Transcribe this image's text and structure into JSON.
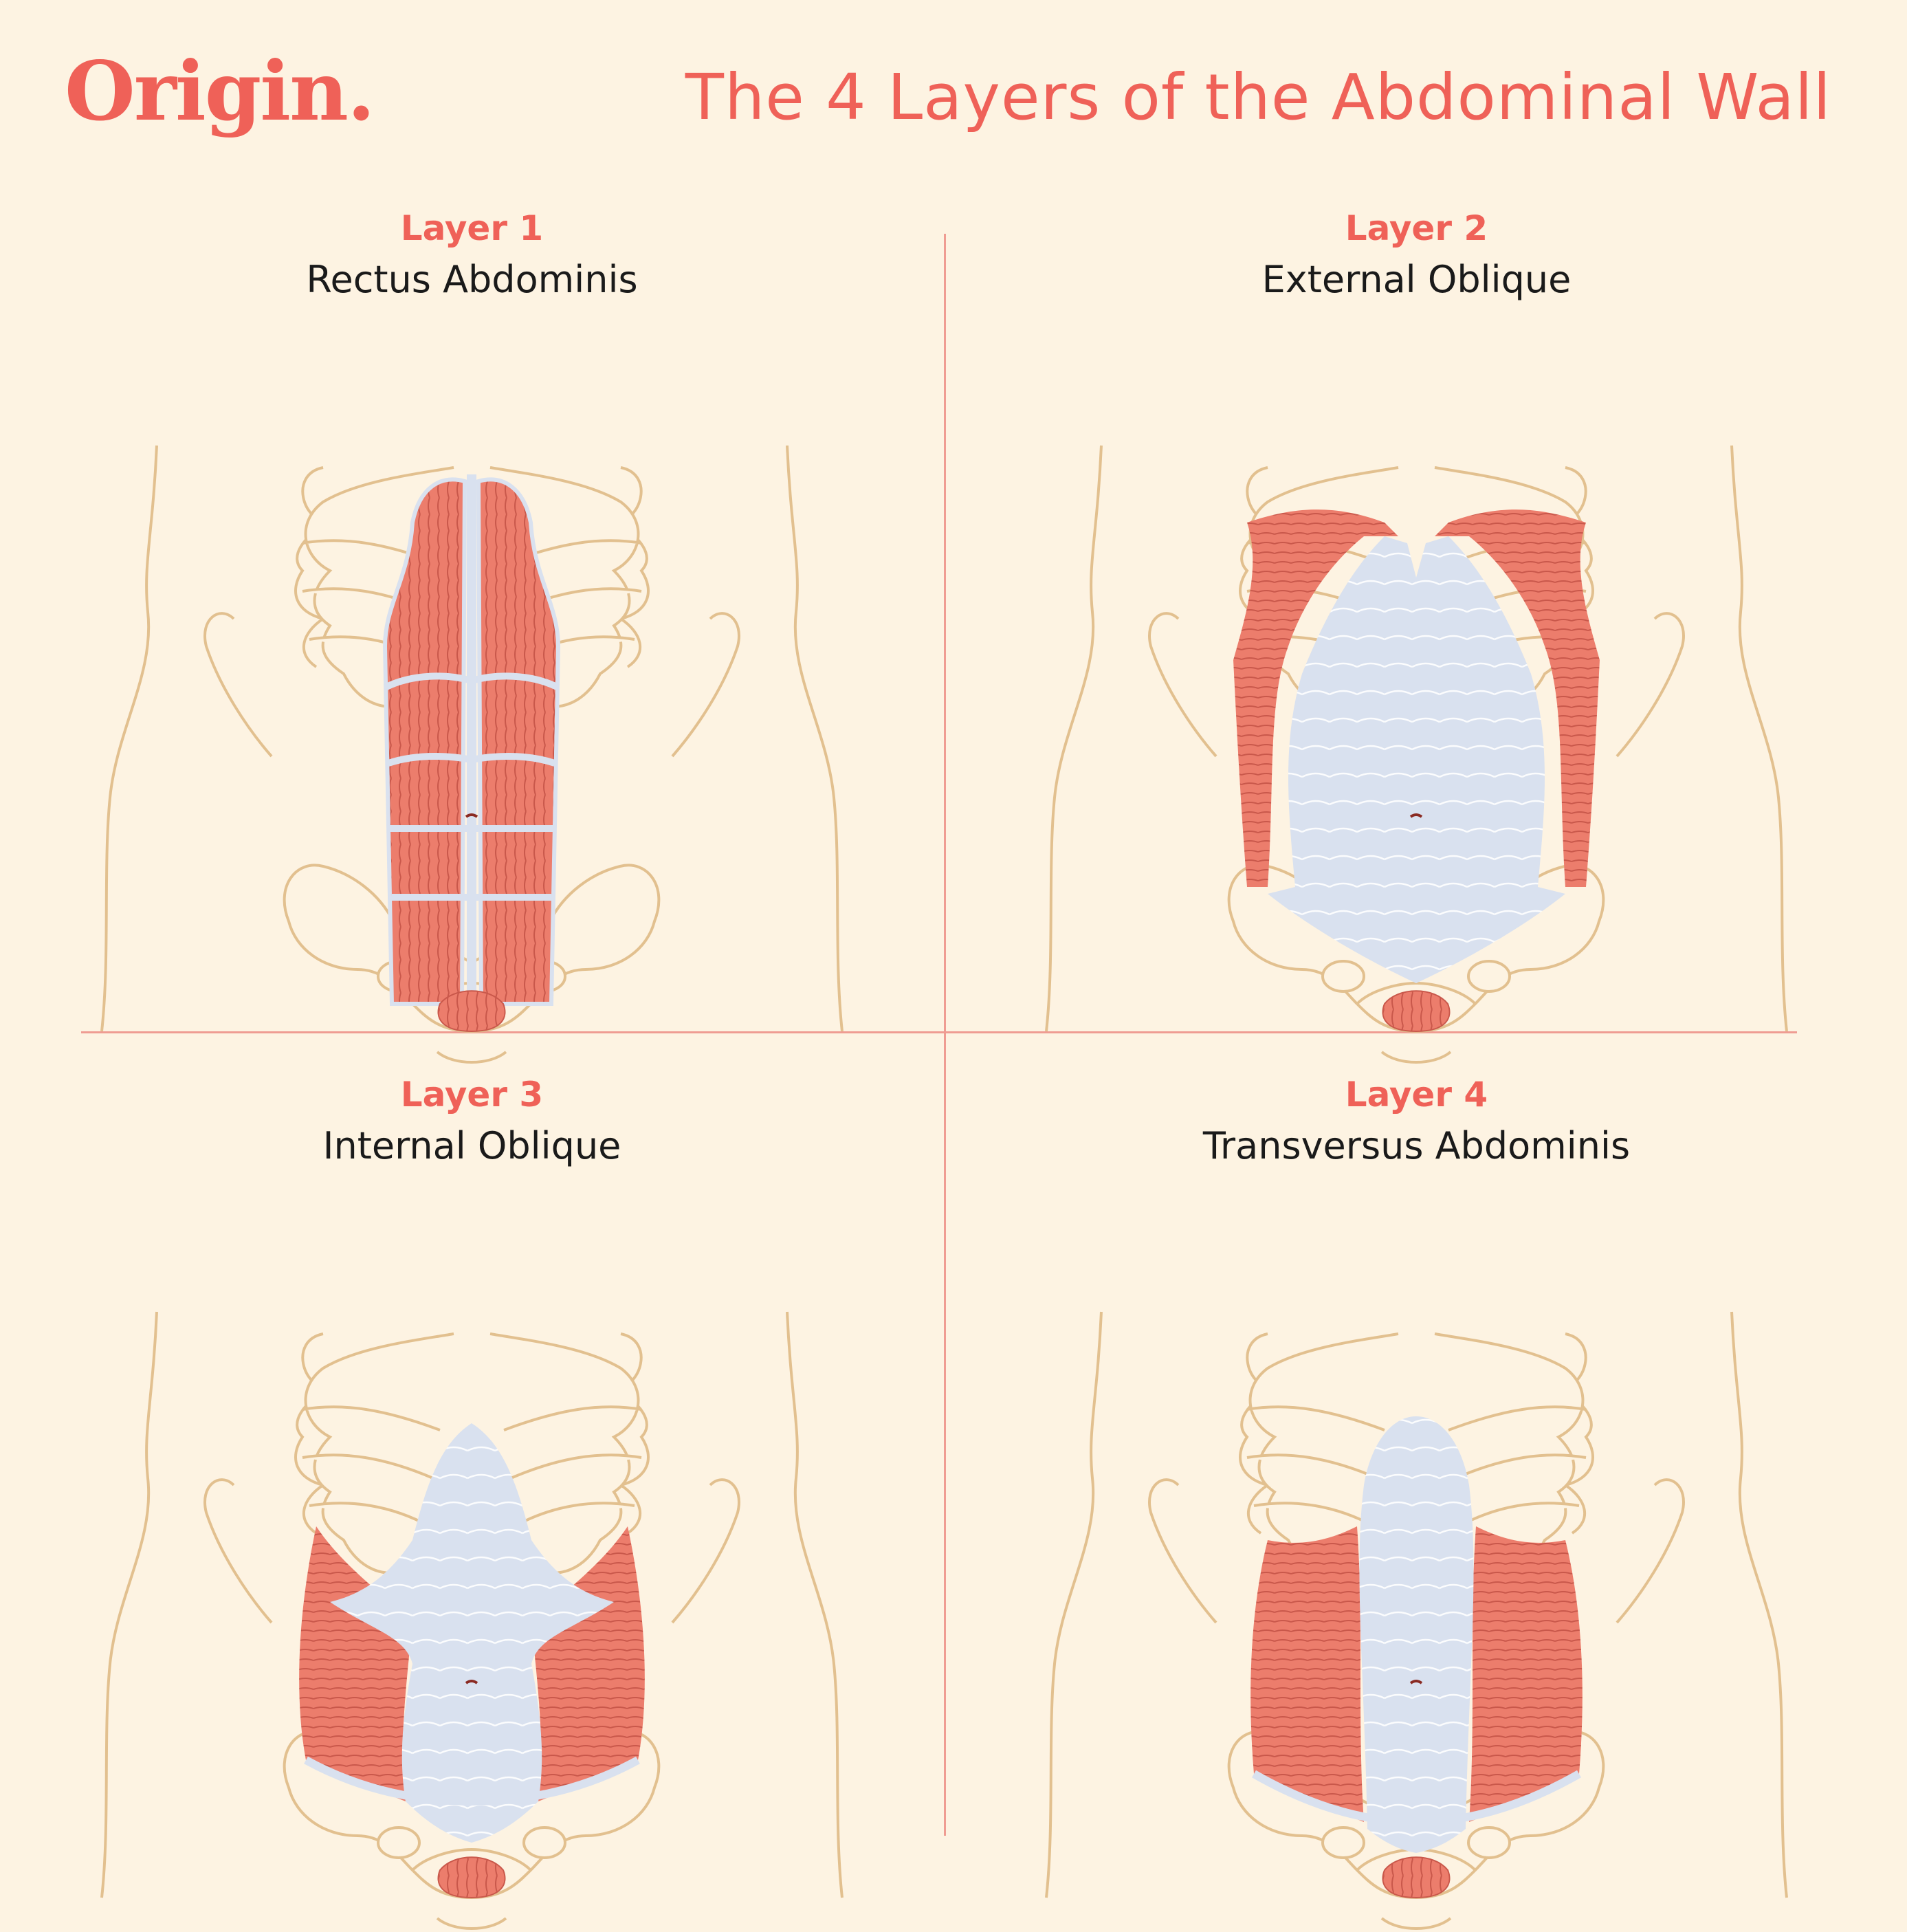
{
  "brand": {
    "logo_text": "Origin."
  },
  "title": "The 4 Layers of the Abdominal Wall",
  "colors": {
    "accent": "#ef6158",
    "background": "#fdf3e2",
    "outline": "#e6c79a",
    "muscle": "#ec7d6c",
    "fascia": "#d9e1ef"
  },
  "panels": [
    {
      "layer": "Layer 1",
      "muscle": "Rectus Abdominis"
    },
    {
      "layer": "Layer 2",
      "muscle": "External Oblique"
    },
    {
      "layer": "Layer 3",
      "muscle": "Internal Oblique"
    },
    {
      "layer": "Layer 4",
      "muscle": "Transversus Abdominis"
    }
  ]
}
